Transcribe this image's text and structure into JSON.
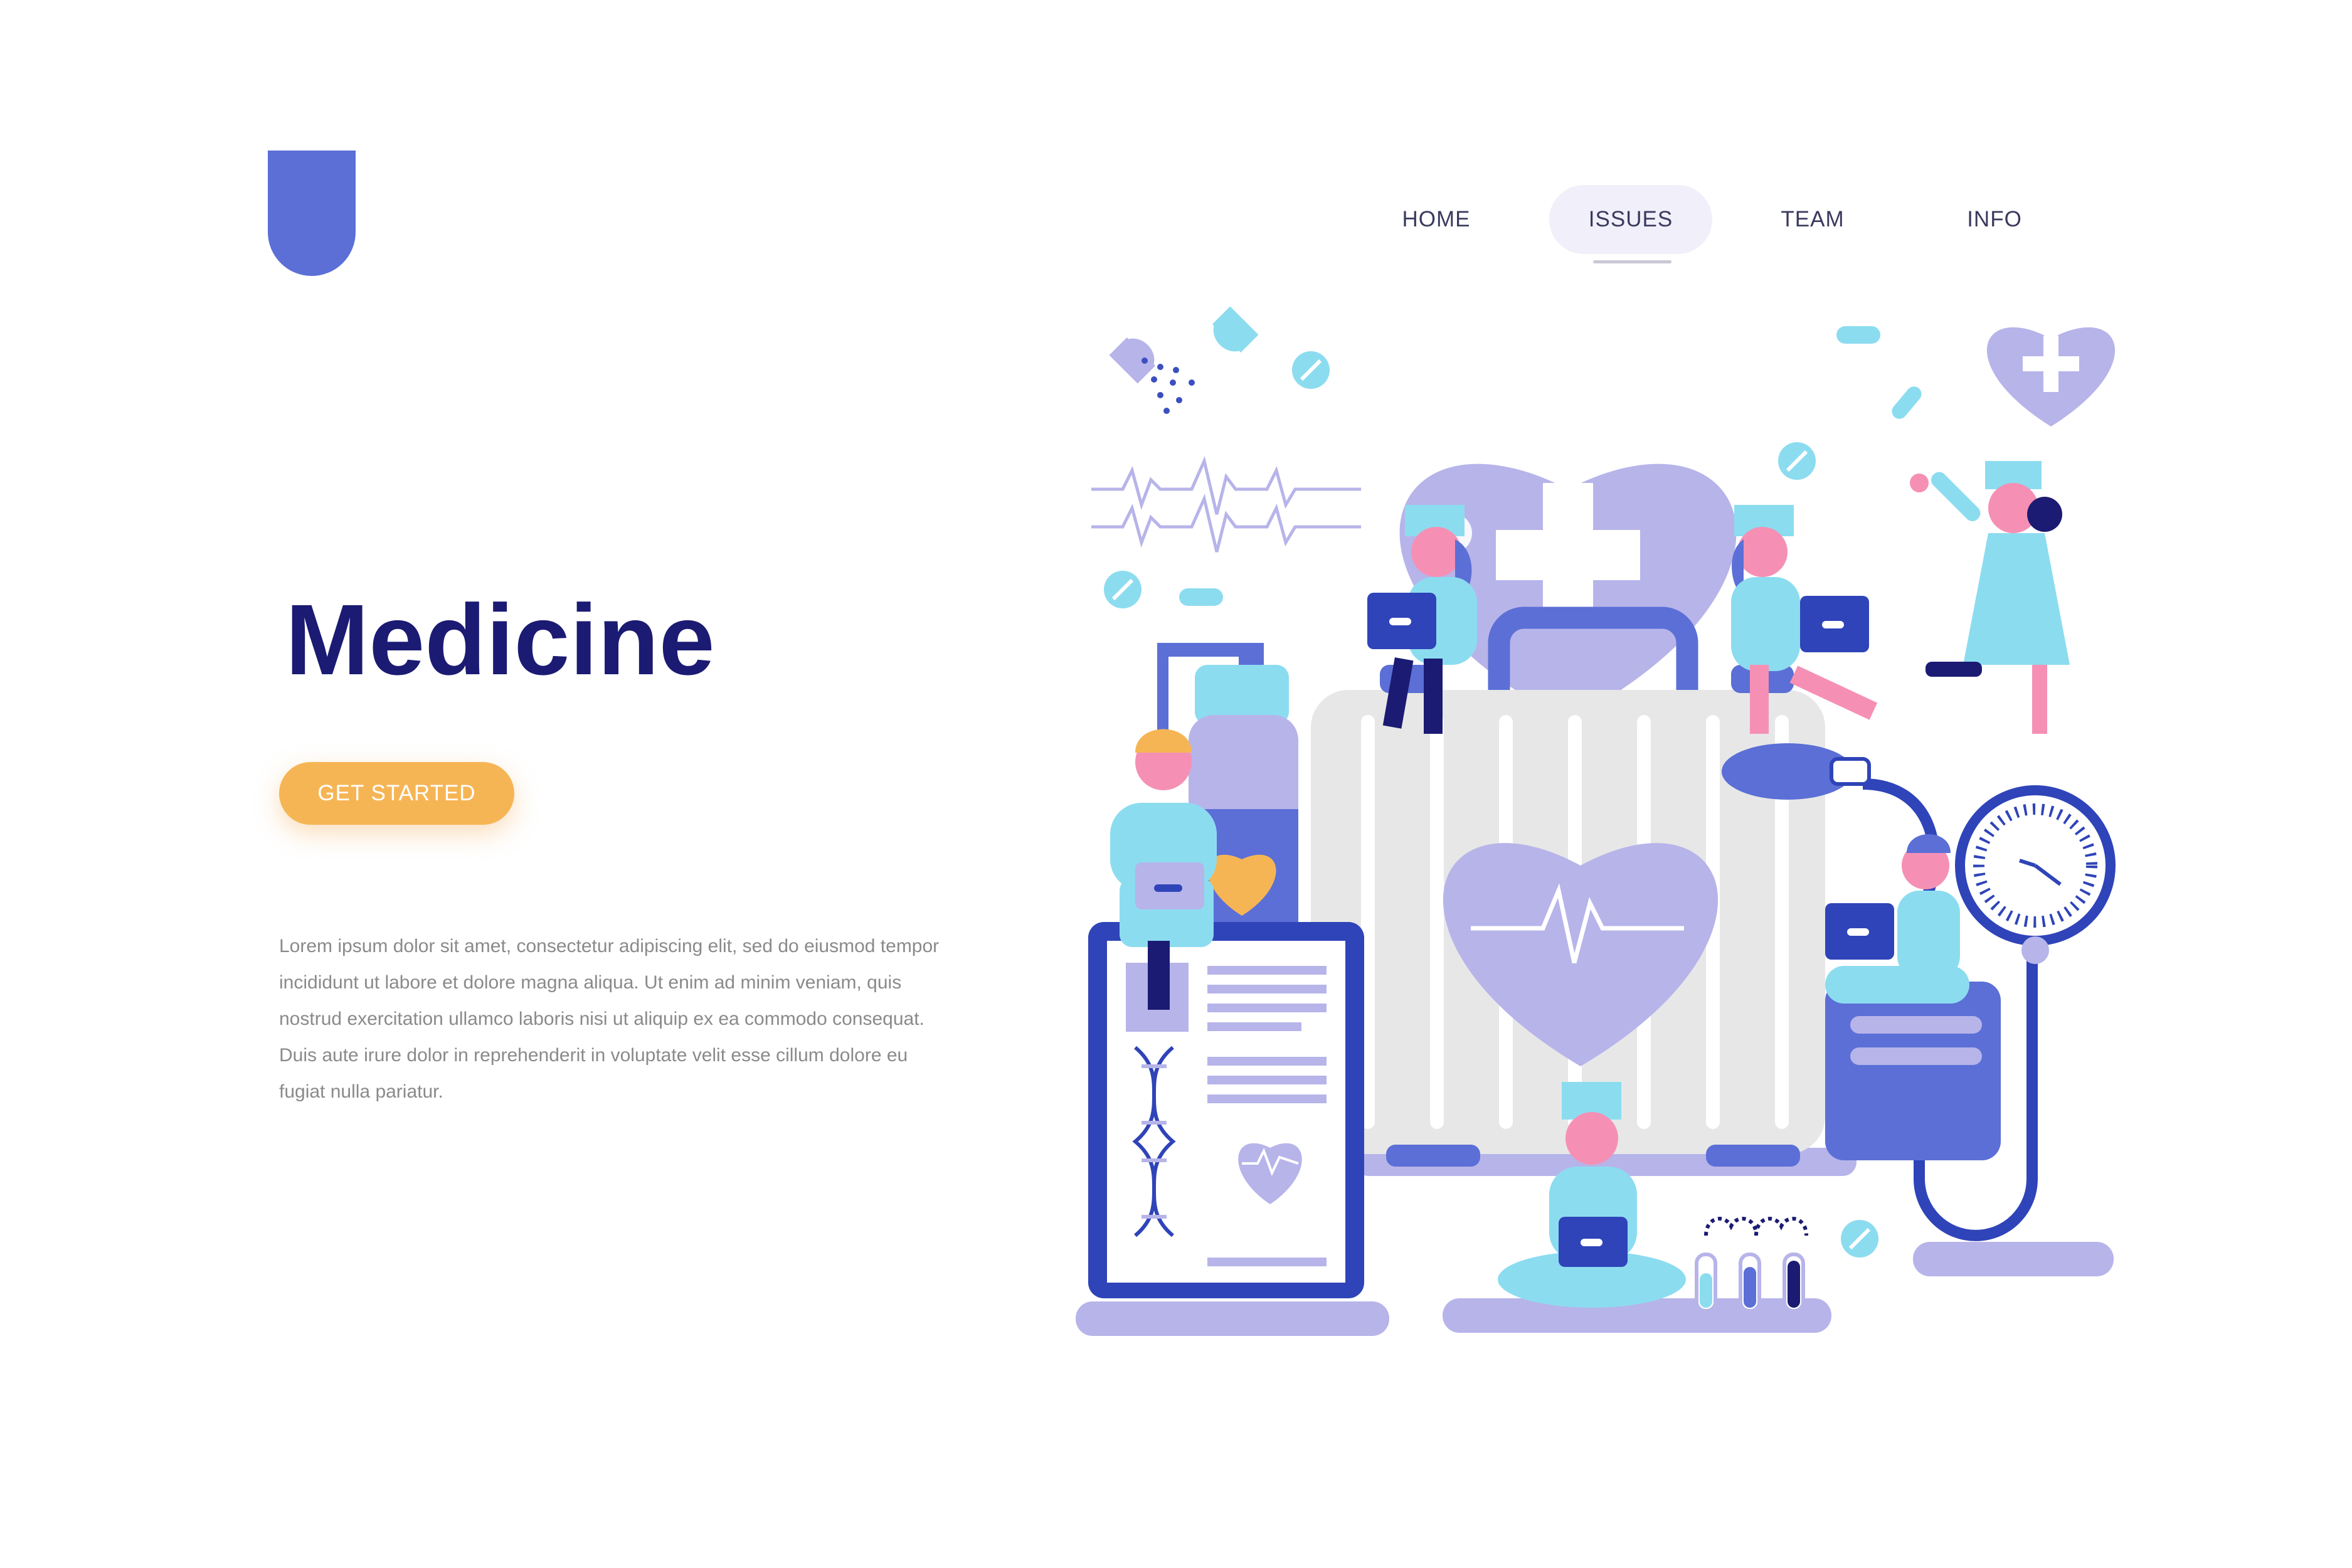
{
  "nav": {
    "items": [
      {
        "label": "HOME"
      },
      {
        "label": "ISSUES"
      },
      {
        "label": "TEAM"
      },
      {
        "label": "INFO"
      }
    ],
    "active_index": 1
  },
  "hero": {
    "title": "Medicine",
    "cta_label": "GET STARTED",
    "body": "Lorem ipsum dolor sit amet, consectetur adipiscing elit, sed do eiusmod tempor incididunt ut labore et dolore magna aliqua. Ut enim ad minim veniam, quis nostrud exercitation ullamco laboris nisi ut aliquip ex ea commodo consequat. Duis aute irure dolor in reprehenderit in voluptate velit esse cillum dolore eu fugiat nulla pariatur."
  },
  "colors": {
    "brand_blue": "#5b6fd6",
    "title_navy": "#1b1b73",
    "cta_orange": "#f6b555",
    "lavender": "#b7b4ea",
    "light_cyan": "#8cdcf0",
    "pink": "#f590b4"
  },
  "icons": [
    "shield-logo-icon",
    "heart-cross-icon",
    "pill-icon",
    "heartbeat-icon",
    "dna-icon",
    "gauge-icon",
    "medicine-bottle-icon",
    "clipboard-icon",
    "test-tubes-icon"
  ]
}
